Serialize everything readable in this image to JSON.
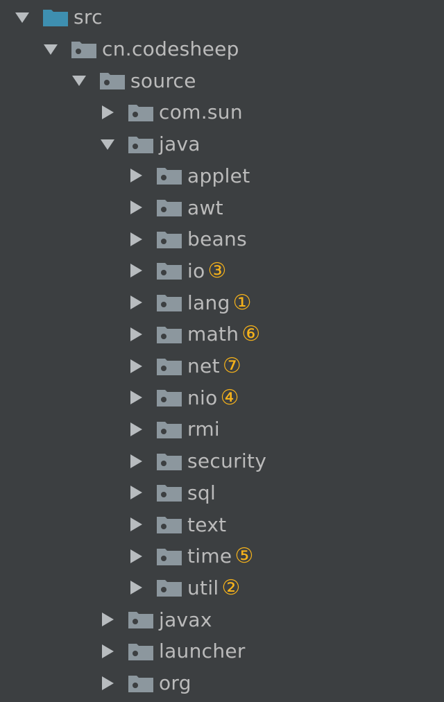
{
  "colors": {
    "background": "#3c3f41",
    "text": "#bbbbbb",
    "folder_package": "#8c979e",
    "folder_source": "#3e8fb0",
    "badge": "#f5b21b"
  },
  "tree": [
    {
      "label": "src",
      "badge": "",
      "expanded": true,
      "depth": 0,
      "folder": "source"
    },
    {
      "label": "cn.codesheep",
      "badge": "",
      "expanded": true,
      "depth": 1,
      "folder": "package"
    },
    {
      "label": "source",
      "badge": "",
      "expanded": true,
      "depth": 2,
      "folder": "package"
    },
    {
      "label": "com.sun",
      "badge": "",
      "expanded": false,
      "depth": 3,
      "folder": "package"
    },
    {
      "label": "java",
      "badge": "",
      "expanded": true,
      "depth": 3,
      "folder": "package"
    },
    {
      "label": "applet",
      "badge": "",
      "expanded": false,
      "depth": 4,
      "folder": "package"
    },
    {
      "label": "awt",
      "badge": "",
      "expanded": false,
      "depth": 4,
      "folder": "package"
    },
    {
      "label": "beans",
      "badge": "",
      "expanded": false,
      "depth": 4,
      "folder": "package"
    },
    {
      "label": "io",
      "badge": "③",
      "expanded": false,
      "depth": 4,
      "folder": "package"
    },
    {
      "label": "lang",
      "badge": "①",
      "expanded": false,
      "depth": 4,
      "folder": "package"
    },
    {
      "label": "math",
      "badge": "⑥",
      "expanded": false,
      "depth": 4,
      "folder": "package"
    },
    {
      "label": "net",
      "badge": "⑦",
      "expanded": false,
      "depth": 4,
      "folder": "package"
    },
    {
      "label": "nio",
      "badge": "④",
      "expanded": false,
      "depth": 4,
      "folder": "package"
    },
    {
      "label": "rmi",
      "badge": "",
      "expanded": false,
      "depth": 4,
      "folder": "package"
    },
    {
      "label": "security",
      "badge": "",
      "expanded": false,
      "depth": 4,
      "folder": "package"
    },
    {
      "label": "sql",
      "badge": "",
      "expanded": false,
      "depth": 4,
      "folder": "package"
    },
    {
      "label": "text",
      "badge": "",
      "expanded": false,
      "depth": 4,
      "folder": "package"
    },
    {
      "label": "time",
      "badge": "⑤",
      "expanded": false,
      "depth": 4,
      "folder": "package"
    },
    {
      "label": "util",
      "badge": "②",
      "expanded": false,
      "depth": 4,
      "folder": "package"
    },
    {
      "label": "javax",
      "badge": "",
      "expanded": false,
      "depth": 3,
      "folder": "package"
    },
    {
      "label": "launcher",
      "badge": "",
      "expanded": false,
      "depth": 3,
      "folder": "package"
    },
    {
      "label": "org",
      "badge": "",
      "expanded": false,
      "depth": 3,
      "folder": "package"
    }
  ]
}
